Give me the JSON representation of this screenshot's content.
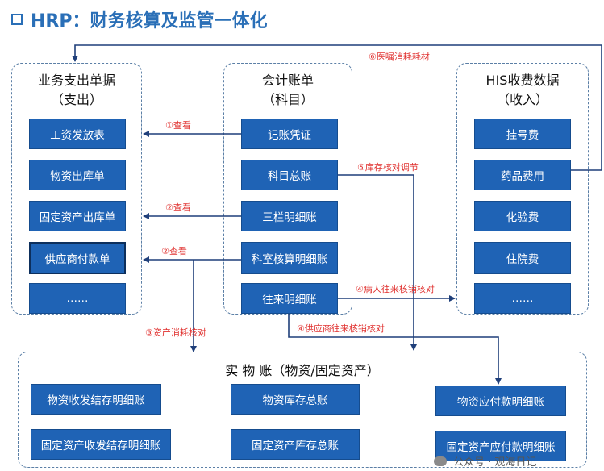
{
  "title": "HRP：财务核算及监管一体化",
  "groups": {
    "left": {
      "title1": "业务支出单据",
      "title2": "（支出）",
      "items": [
        "工资发放表",
        "物资出库单",
        "固定资产出库单",
        "供应商付款单",
        "……"
      ]
    },
    "middle": {
      "title1": "会计账单",
      "title2": "（科目）",
      "items": [
        "记账凭证",
        "科目总账",
        "三栏明细账",
        "科室核算明细账",
        "往来明细账"
      ]
    },
    "right": {
      "title1": "HIS收费数据",
      "title2": "（收入）",
      "items": [
        "挂号费",
        "药品费用",
        "化验费",
        "住院费",
        "……"
      ]
    },
    "bottom": {
      "title": "实 物 账（物资/固定资产）",
      "items": [
        "物资收发结存明细账",
        "物资库存总账",
        "物资应付款明细账",
        "固定资产收发结存明细账",
        "固定资产库存总账",
        "固定资产应付款明细账"
      ]
    }
  },
  "labels": {
    "l1": "①查看",
    "l2a": "②查看",
    "l2b": "②查看",
    "l3": "③资产消耗核对",
    "l4a": "④病人往来核销核对",
    "l4b": "④供应商往来核销核对",
    "l5": "⑤库存核对调节",
    "l6": "⑥医嘱消耗耗材"
  },
  "watermark": "公众号 · 观海日记",
  "colors": {
    "box": "#1f63b5",
    "arrow": "#1f3f7a",
    "label": "#e0312f",
    "title": "#2a6fb7"
  }
}
